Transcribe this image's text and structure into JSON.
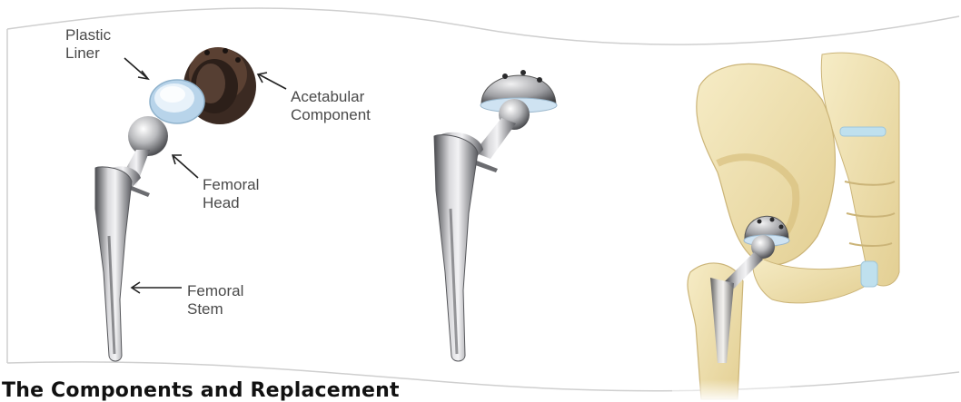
{
  "labels": {
    "plastic_liner": "Plastic\nLiner",
    "acetabular_component": "Acetabular\nComponent",
    "femoral_head": "Femoral\nHead",
    "femoral_stem": "Femoral\nStem"
  },
  "caption": "The Components and Replacement",
  "colors": {
    "frame_line": "#cfcfcf",
    "metal_dark": "#5e5f63",
    "metal_light": "#e4e4e6",
    "shell_brown": "#4a3328",
    "liner_blue": "#cfe3f2",
    "bone": "#efe2b4",
    "bone_shadow": "#d9c58c"
  }
}
